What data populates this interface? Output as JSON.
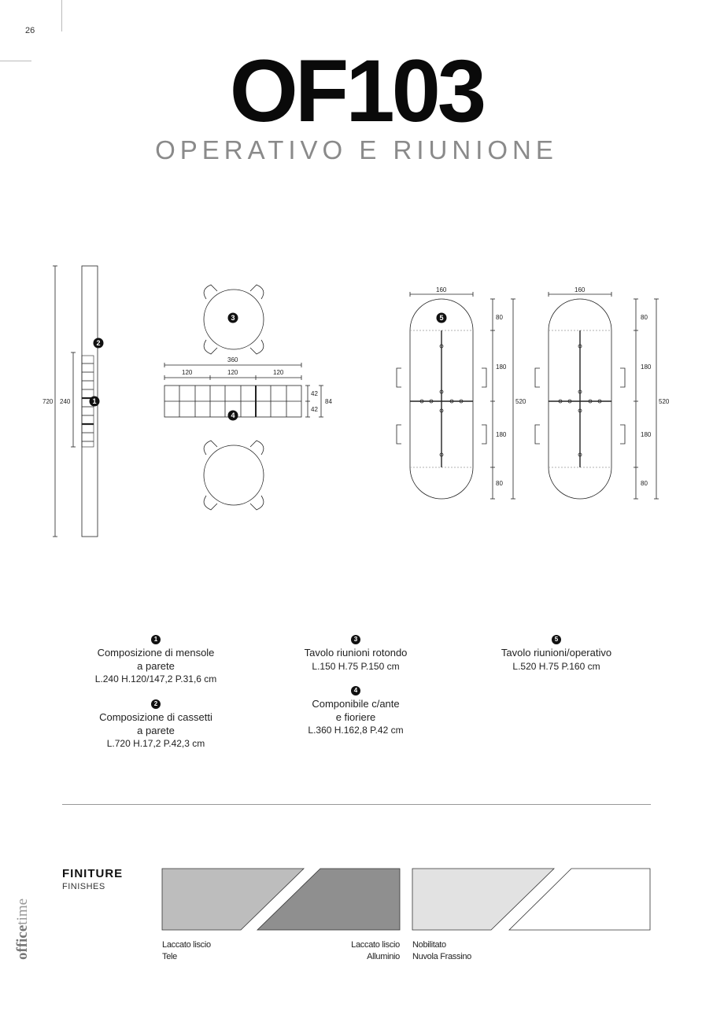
{
  "page": {
    "number": "26"
  },
  "header": {
    "title": "OF103",
    "subtitle": "OPERATIVO E RIUNIONE"
  },
  "drawing": {
    "badges": [
      "1",
      "2",
      "3",
      "4",
      "5"
    ],
    "dimensions": {
      "wall_height": "720",
      "shelf_height": "240",
      "cabinet_total_width": "360",
      "cabinet_module_1": "120",
      "cabinet_module_2": "120",
      "cabinet_module_3": "120",
      "cabinet_depth_1": "42",
      "cabinet_depth_2": "42",
      "cabinet_depth_total": "84",
      "table_a_width": "160",
      "table_a_end_top": "80",
      "table_a_mid_top": "180",
      "table_a_total": "520",
      "table_a_mid_bottom": "180",
      "table_a_end_bottom": "80",
      "table_b_width": "160",
      "table_b_end_top": "80",
      "table_b_mid_top": "180",
      "table_b_total": "520",
      "table_b_mid_bottom": "180",
      "table_b_end_bottom": "80"
    }
  },
  "captions": [
    {
      "badge": "1",
      "lines": [
        "Composizione di mensole",
        "a parete"
      ],
      "dims": "L.240 H.120/147,2 P.31,6 cm"
    },
    {
      "badge": "2",
      "lines": [
        "Composizione di cassetti",
        "a parete"
      ],
      "dims": "L.720 H.17,2 P.42,3 cm"
    },
    {
      "badge": "3",
      "lines": [
        "Tavolo riunioni rotondo"
      ],
      "dims": "L.150 H.75 P.150 cm"
    },
    {
      "badge": "4",
      "lines": [
        "Componibile c/ante",
        "e fioriere"
      ],
      "dims": "L.360 H.162,8 P.42 cm"
    },
    {
      "badge": "5",
      "lines": [
        "Tavolo riunioni/operativo"
      ],
      "dims": "L.520 H.75 P.160 cm"
    }
  ],
  "finishes": {
    "title": "FINITURE",
    "subtitle": "FINISHES",
    "items": [
      {
        "label_1": "Laccato liscio",
        "label_2": "Tele",
        "color": "#bdbdbd"
      },
      {
        "label_1": "Laccato liscio",
        "label_2": "Alluminio",
        "color": "#8f8f8f"
      },
      {
        "label_1": "Nobilitato",
        "label_2": "Nuvola Frassino",
        "color": "#e2e2e2"
      },
      {
        "label_1": "",
        "label_2": "",
        "color": "#ffffff"
      }
    ]
  },
  "brand": {
    "part_1": "office",
    "part_2": "time"
  }
}
